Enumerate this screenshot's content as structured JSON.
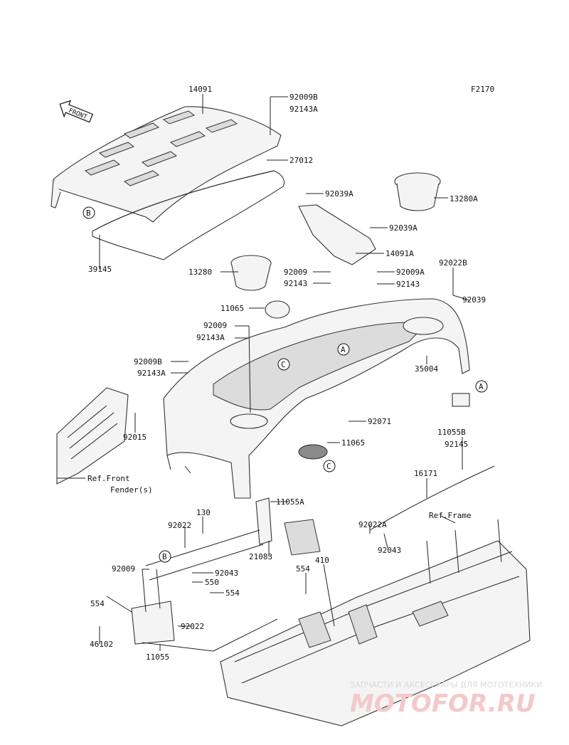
{
  "figure_code": "F2170",
  "front_arrow": "FRONT",
  "labels": {
    "14091": "14091",
    "92009B_1": "92009B",
    "92143A_1": "92143A",
    "27012": "27012",
    "92039A_1": "92039A",
    "13280A": "13280A",
    "92039A_2": "92039A",
    "14091A": "14091A",
    "39145": "39145",
    "13280": "13280",
    "92009_1": "92009",
    "92143_1": "92143",
    "92009A": "92009A",
    "92143_2": "92143",
    "92022B": "92022B",
    "92039": "92039",
    "11065_1": "11065",
    "92009_2": "92009",
    "92143A_2": "92143A",
    "35004": "35004",
    "92009B_2": "92009B",
    "92143A_3": "92143A",
    "92071": "92071",
    "92015": "92015",
    "11065_2": "11065",
    "11055B": "11055B",
    "92145": "92145",
    "ref_front_fender_1": "Ref.Front",
    "ref_front_fender_2": "Fender(s)",
    "16171": "16171",
    "11055A": "11055A",
    "130": "130",
    "92022_1": "92022",
    "ref_frame": "Ref.Frame",
    "92022A": "92022A",
    "21083": "21083",
    "92043_1": "92043",
    "554_1": "554",
    "410": "410",
    "92009_3": "92009",
    "92043_2": "92043",
    "550": "550",
    "554_2": "554",
    "554_3": "554",
    "92022_2": "92022",
    "46102": "46102",
    "11055": "11055"
  },
  "callouts": {
    "A": "A",
    "B": "B",
    "C": "C"
  },
  "watermark": {
    "line1": "ЗАПЧАСТИ И АКСЕССУАРЫ ДЛЯ МОТОТЕХНИКИ",
    "line2": "MOTOFOR.RU"
  }
}
